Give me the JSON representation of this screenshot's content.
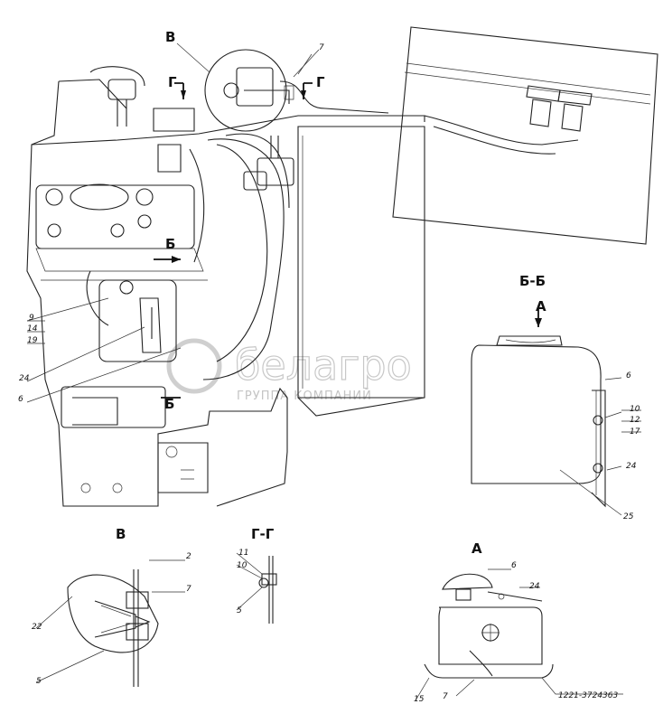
{
  "views": {
    "v_top": "В",
    "g_left": "Г",
    "g_right": "Г",
    "b_mid": "Б",
    "b_low": "Б",
    "bb": "Б-Б",
    "a_top": "А",
    "v_detail": "В",
    "gg": "Г-Г",
    "a_detail": "А"
  },
  "positions": {
    "p7_top": "7",
    "p9": "9",
    "p14": "14",
    "p19": "19",
    "p24_left": "24",
    "p6_left": "6",
    "p6_bb": "6",
    "p10_bb": "10",
    "p12_bb": "12",
    "p17_bb": "17",
    "p24_bb": "24",
    "p25": "25",
    "p2_v": "2",
    "p7_v": "7",
    "p22_v": "22",
    "p5_v": "5",
    "p11_gg": "11",
    "p10_gg": "10",
    "p5_gg": "5",
    "p6_a": "6",
    "p24_a": "24",
    "p15_a": "15",
    "p7_a": "7",
    "part_number": "1221-3724363"
  },
  "watermark": {
    "brand": "белагро",
    "group": "ГРУППА КОМПАНИЙ"
  }
}
